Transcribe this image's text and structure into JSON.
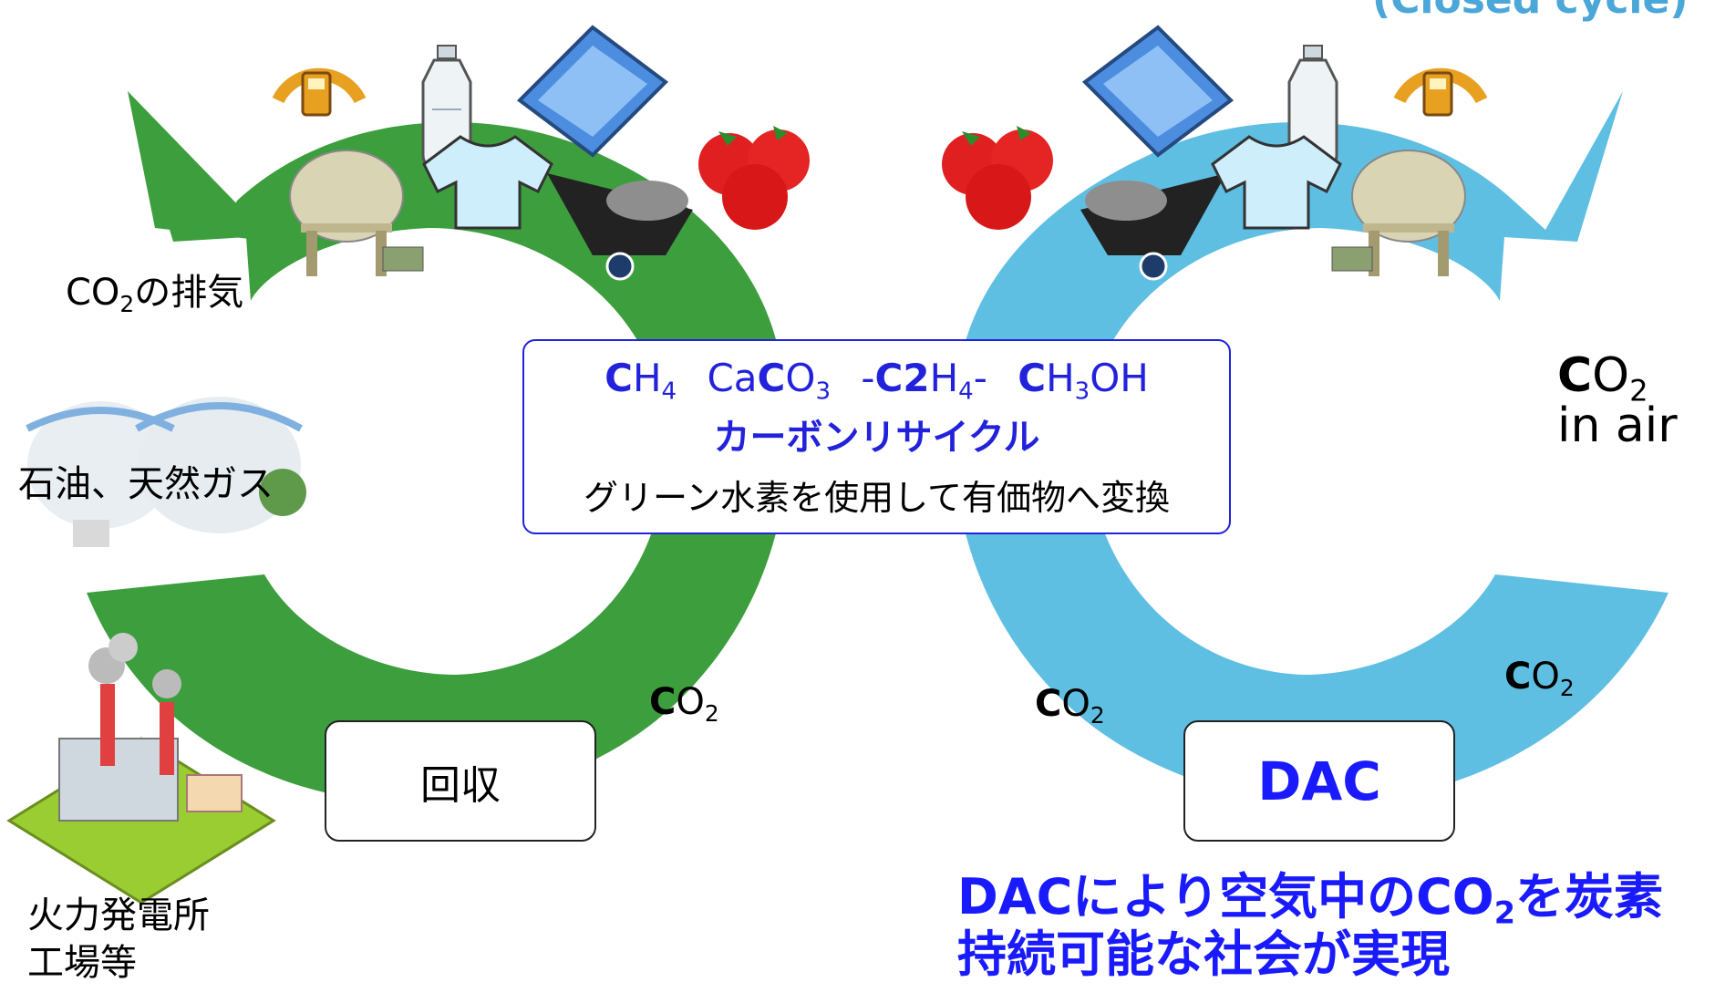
{
  "top_right_label": "(Closed cycle)",
  "center_box": {
    "formulas": [
      {
        "prefix": "",
        "bold": "C",
        "rest": "H",
        "sub": "4",
        "tail": ""
      },
      {
        "prefix": "Ca",
        "bold": "C",
        "rest": "O",
        "sub": "3",
        "tail": ""
      },
      {
        "prefix": "-",
        "bold": "C2",
        "rest": "H",
        "sub": "4",
        "tail": "-"
      },
      {
        "prefix": "",
        "bold": "C",
        "rest": "H",
        "sub": "3",
        "tail": "OH"
      }
    ],
    "title": "カーボンリサイクル",
    "description": "グリーン水素を使用して有価物へ変換"
  },
  "left": {
    "exhaust_label_pre": "CO",
    "exhaust_label_sub": "2",
    "exhaust_label_post": "の排気",
    "oil_gas_label": "石油、天然ガス",
    "plant_label_line1": "火力発電所",
    "plant_label_line2": "工場等",
    "capture_button": "回収",
    "co2_label": {
      "bold": "C",
      "rest": "O",
      "sub": "2"
    }
  },
  "right": {
    "co2_air": {
      "bold": "C",
      "rest": "O",
      "sub": "2",
      "line2": "in air"
    },
    "dac_button": "DAC",
    "co2_label_a": {
      "bold": "C",
      "rest": "O",
      "sub": "2"
    },
    "co2_label_b": {
      "bold": "C",
      "rest": "O",
      "sub": "2"
    }
  },
  "bottom_message": {
    "line1_pre": "DACにより空気中のCO",
    "line1_sub": "2",
    "line1_post": "を炭素",
    "line2": "持続可能な社会が実現"
  },
  "colors": {
    "green_arrow": "#3d9e3d",
    "blue_arrow": "#5fbfe3",
    "accent_blue": "#1a1aff",
    "box_border": "#2222dd"
  },
  "icons": [
    "gauge-fuel-icon",
    "bottle-icon",
    "crate-icon",
    "tomato-icon",
    "gas-tank-icon",
    "shirt-icon",
    "cart-icon",
    "storage-tanks-icon",
    "factory-icon"
  ]
}
